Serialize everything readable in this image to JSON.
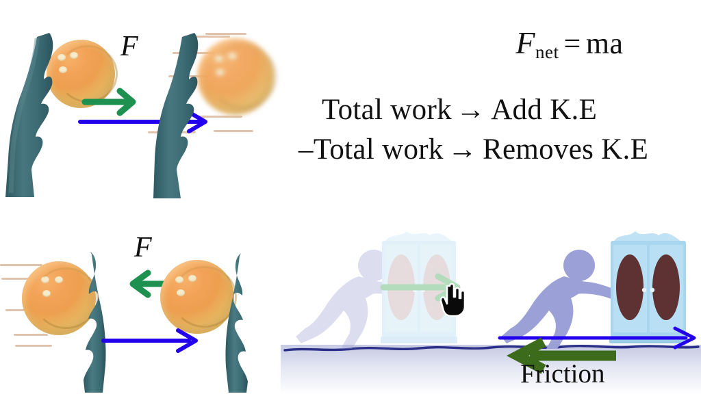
{
  "background_color": "#ffffff",
  "text_block": {
    "formula": {
      "symbol": "F",
      "subscript": "net",
      "equals": "=",
      "right_side": "ma",
      "full_text": "F_net = ma"
    },
    "lines": [
      {
        "prefix": "",
        "left": "Total work",
        "arrow": "→",
        "right": "Add K.E"
      },
      {
        "prefix": "–",
        "left": "Total work",
        "arrow": "→",
        "right": "Removes K.E"
      }
    ]
  },
  "panels": {
    "top_left": {
      "name": "hand-pushes-ball-speeds-up",
      "force_label": "F",
      "force_arrow": {
        "direction": "right",
        "color": "#1e9150",
        "meaning": "applied-force"
      },
      "velocity_arrow": {
        "direction": "right",
        "color": "#2200ee",
        "meaning": "displacement"
      },
      "ball_color_light": "#f4ae62",
      "ball_color_dark": "#e3c489",
      "hand_color": "#3f6d76",
      "speed_line_color": "#d9b89d",
      "ball_count": 2,
      "finger_hole_count": 3
    },
    "bottom_left": {
      "name": "hand-catches-ball-slows-down",
      "force_label": "F",
      "force_arrow": {
        "direction": "left",
        "color": "#1e9150",
        "meaning": "opposing-force"
      },
      "velocity_arrow": {
        "direction": "right",
        "color": "#2200ee",
        "meaning": "displacement"
      },
      "ball_color_light": "#f4ae62",
      "ball_color_dark": "#e3c489",
      "hand_color": "#3f6d76",
      "speed_line_color": "#d9b89d",
      "ball_count": 2,
      "finger_hole_count": 3
    },
    "bottom_right": {
      "name": "person-pushes-cabinet-with-friction",
      "friction_label": "Friction",
      "push_arrow": {
        "direction": "right",
        "color": "#219a3e",
        "meaning": "push-force"
      },
      "displacement_arrow": {
        "direction": "right",
        "color": "#2200ee",
        "meaning": "displacement"
      },
      "friction_arrow": {
        "direction": "left",
        "color": "#3c6b1c",
        "meaning": "friction-force"
      },
      "person_color": "#9ba0d6",
      "cabinet_color": "#a9d6ef",
      "cabinet_panel_color": "#5e3232",
      "ground_color": "#2b2f87",
      "ghost_opacity": "0.34",
      "figure_count": 2,
      "cursor": "pointing-hand"
    }
  }
}
